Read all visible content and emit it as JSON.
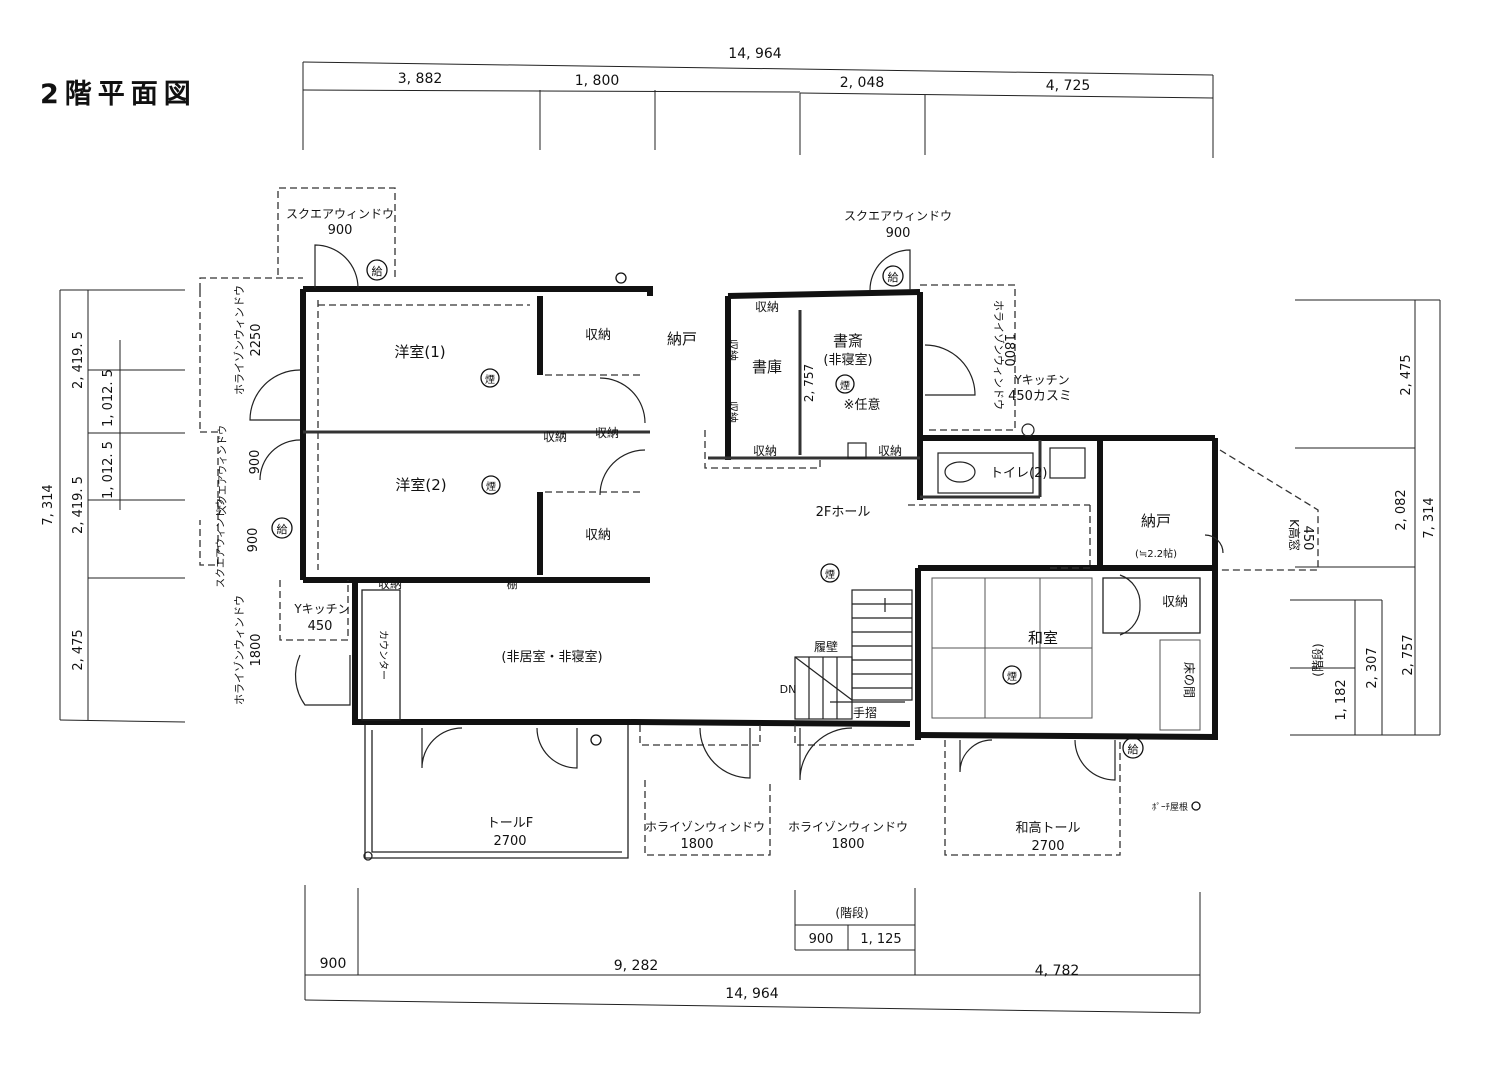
{
  "title": "2階平面図",
  "dimensions": {
    "top_total": "14, 964",
    "top_segments": [
      "3, 882",
      "1, 800",
      "2, 048",
      "4, 725"
    ],
    "bottom_total": "14, 964",
    "bottom_segments": [
      "900",
      "9, 282",
      "4, 782"
    ],
    "stair_label": "(階段)",
    "stair_segments": [
      "900",
      "1, 125"
    ],
    "left_total": "7, 314",
    "left_outer": [
      "2, 419. 5",
      "2, 419. 5",
      "2, 475"
    ],
    "left_inner": [
      "1, 012. 5",
      "1, 012. 5"
    ],
    "right_total": "7, 314",
    "right_segments": [
      "2, 475",
      "2, 082",
      "2, 757"
    ],
    "right_stair_label": "(階段)",
    "right_stair": [
      "1, 182",
      "2, 307"
    ]
  },
  "rooms": {
    "western1": "洋室(1)",
    "western2": "洋室(2)",
    "storage": "収納",
    "nando": "納戸",
    "shoko": "書庫",
    "shosai": "書斎",
    "shosai_note": "(非寝室)",
    "optional": "※任意",
    "hall": "2Fホール",
    "toilet": "トイレ(2)",
    "washitsu": "和室",
    "tokonoma": "床の間",
    "hikyoshitsu": "(非居室・非寝室)",
    "counter": "カウンター",
    "nando2_note": "(≒2.2帖)",
    "shelf": "棚",
    "kutsuzuri": "履壁",
    "handrail": "手摺",
    "dn": "DN",
    "porch": "ﾎﾟｰﾁ屋根",
    "smoke": "煙",
    "supply": "給",
    "small_757": "2, 757"
  },
  "windows": {
    "square_900": "スクエアウィンドウ",
    "square_900_size": "900",
    "square_900b": "スクエアウィンドウ",
    "square_900b_size": "900",
    "hori_2250": "ホライゾンウィンドウ",
    "hori_2250_size": "2250",
    "sq_left1": "スクエアウィンドウ",
    "sq_left1_size": "900",
    "sq_left2": "スクエアウィンドウ",
    "sq_left2_size": "900",
    "hori_left_1800": "ホライゾンウィンドウ",
    "hori_left_1800_size": "1800",
    "ykitchen_left": "Yキッチン",
    "ykitchen_left_size": "450",
    "hori_right_1800": "ホライゾンウィンドウ",
    "hori_right_1800_size": "1800",
    "ykitchen_right": "Yキッチン",
    "ykitchen_right_size": "450カスミ",
    "k_high": "K高窓",
    "k_high_size": "450",
    "tall_f": "トールF",
    "tall_f_size": "2700",
    "hori_b1": "ホライゾンウィンドウ",
    "hori_b1_size": "1800",
    "hori_b2": "ホライゾンウィンドウ",
    "hori_b2_size": "1800",
    "wa_tall": "和高トール",
    "wa_tall_size": "2700"
  }
}
